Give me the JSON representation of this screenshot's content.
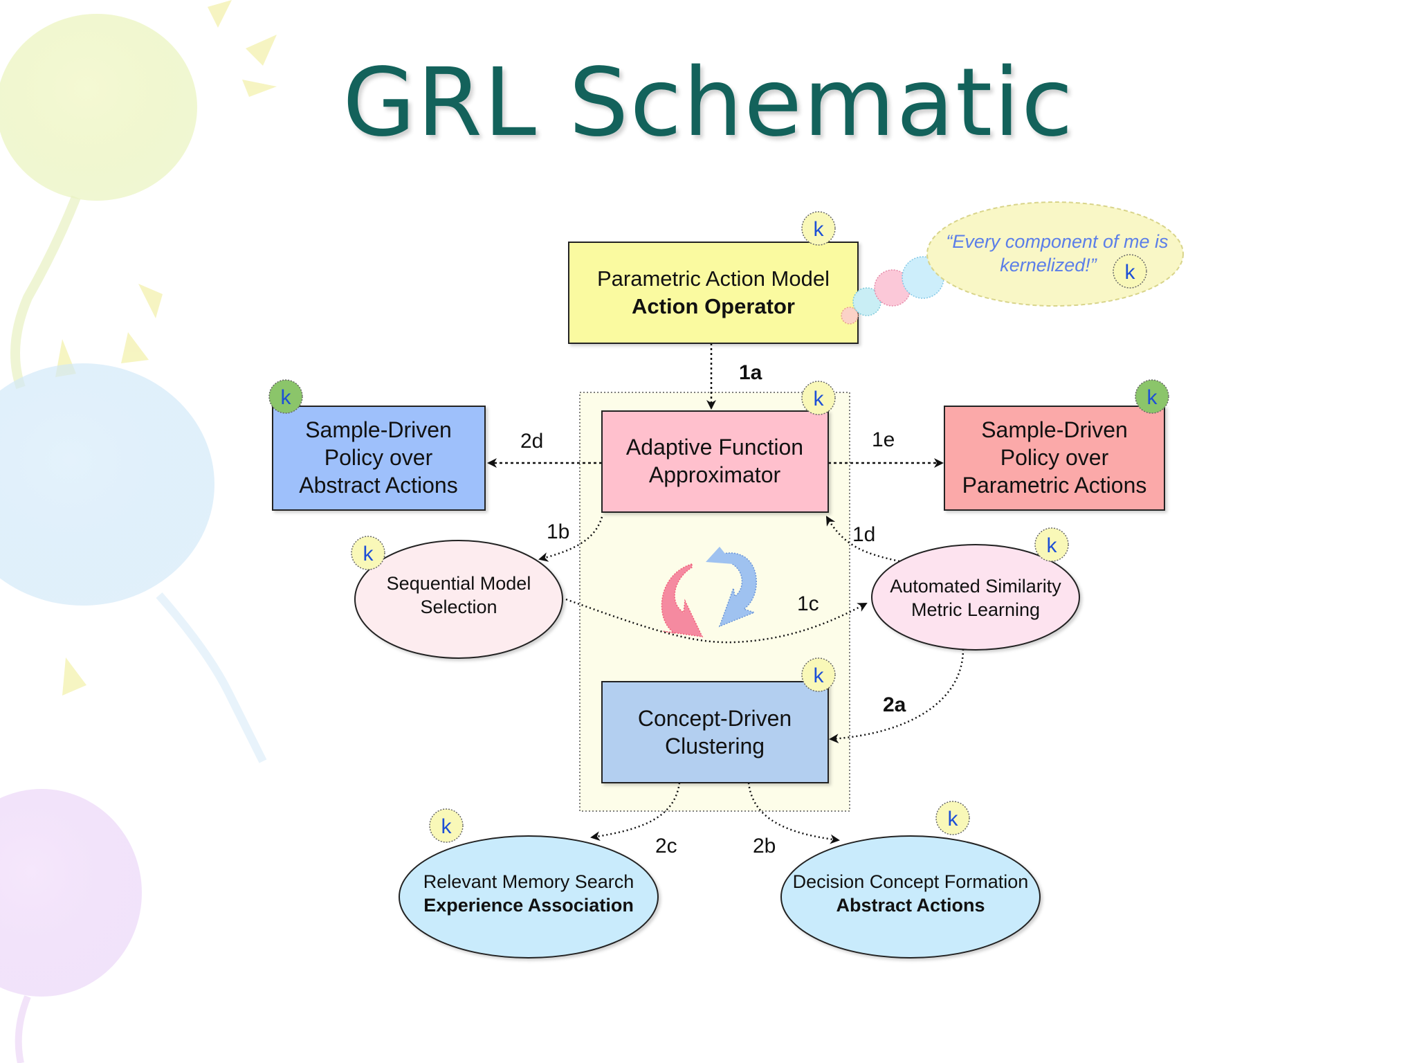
{
  "title": "GRL Schematic",
  "nodes": {
    "parametric_action_model": {
      "line1": "Parametric Action Model",
      "line2": "Action Operator"
    },
    "adaptive_function_approximator": {
      "line1": "Adaptive Function",
      "line2": "Approximator"
    },
    "policy_abstract": {
      "line1": "Sample-Driven",
      "line2": "Policy over",
      "line3": "Abstract Actions"
    },
    "policy_parametric": {
      "line1": "Sample-Driven",
      "line2": "Policy over",
      "line3": "Parametric Actions"
    },
    "sequential_model_selection": {
      "line1": "Sequential Model",
      "line2": "Selection"
    },
    "automated_similarity": {
      "line1": "Automated Similarity",
      "line2": "Metric Learning"
    },
    "concept_clustering": {
      "line1": "Concept-Driven",
      "line2": "Clustering"
    },
    "relevant_memory": {
      "line1": "Relevant Memory Search",
      "line2": "Experience Association"
    },
    "decision_concept": {
      "line1": "Decision Concept Formation",
      "line2": "Abstract Actions"
    }
  },
  "edges": {
    "e1a": "1a",
    "e1b": "1b",
    "e1c": "1c",
    "e1d": "1d",
    "e1e": "1e",
    "e2a": "2a",
    "e2b": "2b",
    "e2c": "2c",
    "e2d": "2d"
  },
  "thought": {
    "line1": "“Every component of me is",
    "line2": "kernelized!”"
  },
  "kernel_badge": "k",
  "colors": {
    "title": "#13625b",
    "yellow_box": "#fafaa0",
    "pink_box": "#ffc0cd",
    "blue_box": "#9ec0fb",
    "red_box": "#fba9a9",
    "cluster_box": "#b3cff0",
    "ellipse_pink": "#fdecef",
    "ellipse_blue": "#c9ebfc",
    "badge_yellow": "#f9f8b8",
    "badge_green": "#8bc56a",
    "thought_text": "#5b7ee8"
  }
}
